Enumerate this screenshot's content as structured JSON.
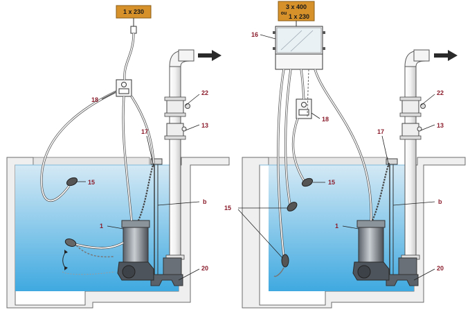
{
  "colors": {
    "label": "#8a1c2b",
    "power_box": "#d6912a",
    "water_top": "#cfe6f3",
    "water_bottom": "#3fa9e0",
    "wall_fill": "#efefef",
    "wall_stroke": "#6b6b6b",
    "line": "#3b3b3b"
  },
  "left_panel": {
    "power_label": "1 x 230",
    "labels": {
      "control_box": "18",
      "valve": "22",
      "check_valve": "13",
      "guide_bar": "17",
      "float_switch": "15",
      "cable": "b",
      "pump": "1",
      "base": "20"
    }
  },
  "right_panel": {
    "power_line1": "3 x 400",
    "power_ou": "ou",
    "power_line2": "1 x 230",
    "labels": {
      "control_cabinet": "16",
      "control_box": "18",
      "valve": "22",
      "check_valve": "13",
      "guide_bar": "17",
      "float_switch_top": "15",
      "float_switches": "15",
      "cable": "b",
      "pump": "1",
      "base": "20"
    }
  }
}
